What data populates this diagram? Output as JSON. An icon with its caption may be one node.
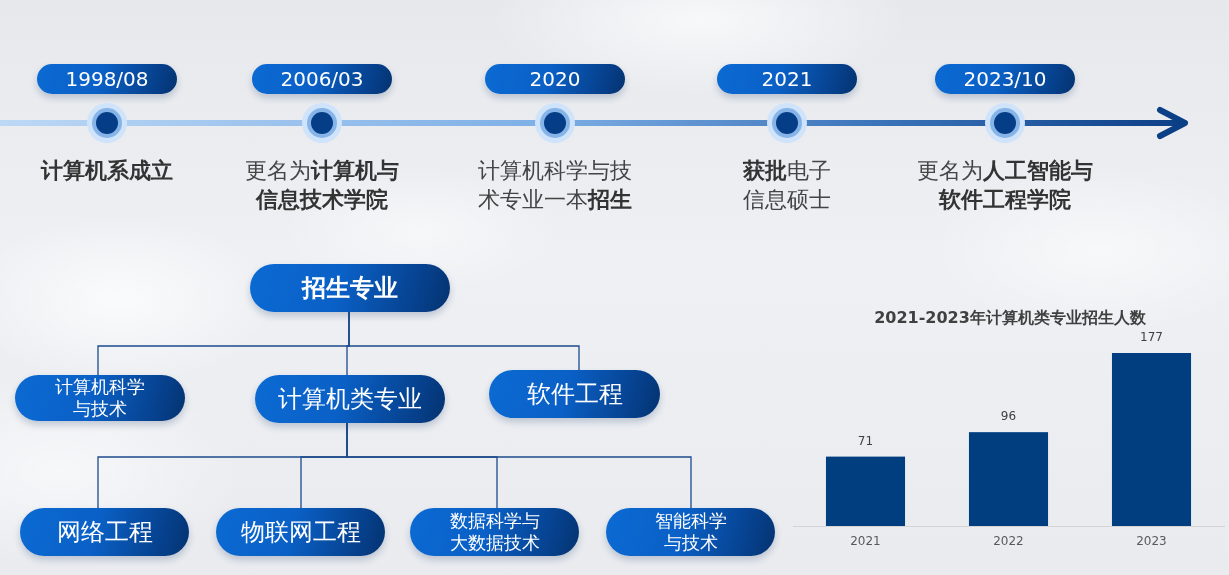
{
  "diagram": {
    "nodes": [
      {
        "text": [
          "1998/08"
        ],
        "beside": [
          "计算机系成立"
        ]
      },
      {
        "text": [
          "2006/03"
        ],
        "beside": [
          "更名为**计算机与信息技术学院**"
        ]
      },
      {
        "text": [
          "2020"
        ],
        "beside": [
          "计算机科学与技术专业一本**招生**"
        ]
      },
      {
        "text": [
          "2021"
        ],
        "beside": [
          "**获批**电子信息硕士"
        ]
      },
      {
        "text": [
          "2023/10"
        ],
        "beside": [
          "更名为**人工智能与软件工程学院**"
        ]
      },
      {
        "text": [
          "招生专业"
        ]
      },
      {
        "text": [
          "计算机科学与技术"
        ]
      },
      {
        "text": [
          "计算机类专业"
        ]
      },
      {
        "text": [
          "软件工程"
        ]
      },
      {
        "text": [
          "网络工程"
        ]
      },
      {
        "text": [
          "物联网工程"
        ]
      },
      {
        "text": [
          "数据科学与大数据技术"
        ]
      },
      {
        "text": [
          "智能科学与技术"
        ]
      }
    ],
    "edges": [
      {
        "from": 5,
        "to": 6,
        "arrow": "none"
      },
      {
        "from": 5,
        "to": 7,
        "arrow": "none"
      },
      {
        "from": 5,
        "to": 8,
        "arrow": "none"
      },
      {
        "from": 7,
        "to": 9,
        "arrow": "none"
      },
      {
        "from": 7,
        "to": 10,
        "arrow": "none"
      },
      {
        "from": 7,
        "to": 11,
        "arrow": "none"
      },
      {
        "from": 7,
        "to": 12,
        "arrow": "none"
      }
    ],
    "chart_data": {
      "type": "bar",
      "title": "2021-2023年计算机类专业招生人数",
      "categories": [
        "2021",
        "2022",
        "2023"
      ],
      "series": [
        {
          "color": "#003e80",
          "values": [
            71,
            96,
            177
          ]
        }
      ],
      "data_labels": true
    }
  }
}
